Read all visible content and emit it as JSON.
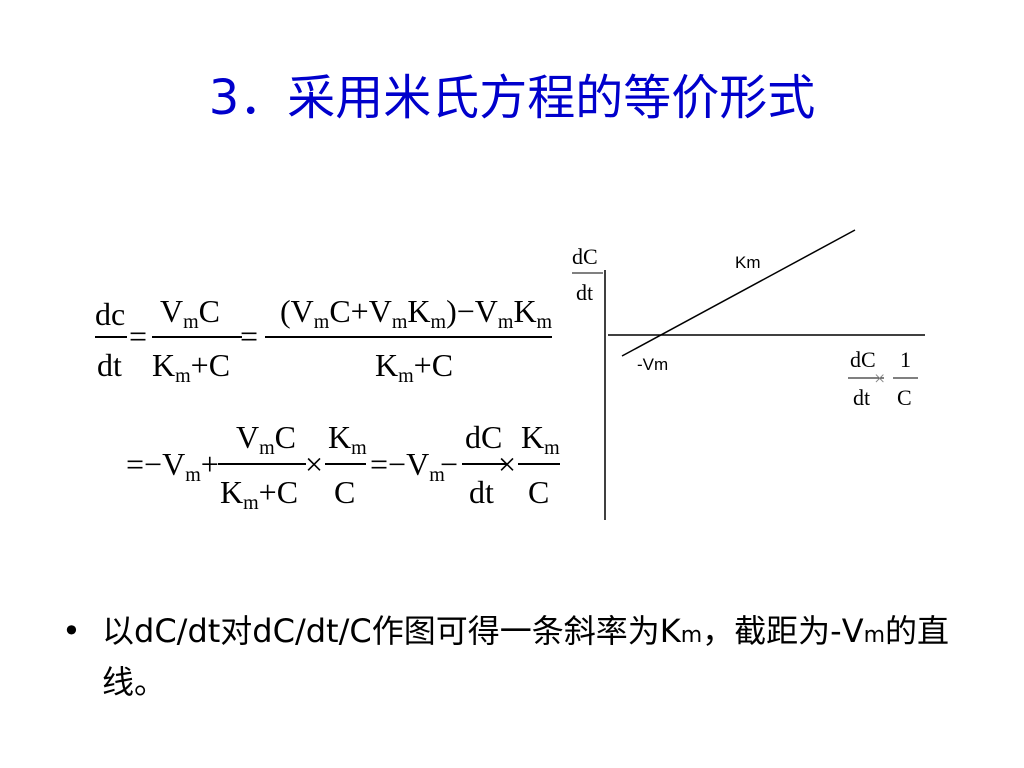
{
  "slide": {
    "title": "3．采用米氏方程的等价形式"
  },
  "equation": {
    "dc": "dc",
    "dt": "dt",
    "eq": "=",
    "times": "×",
    "VmC_V": "V",
    "m": "m",
    "C": "C",
    "Km_K": "K",
    "plusC": "+C",
    "paren_open": "(V",
    "C_plus_V": "C+V",
    "K": "K",
    "close_minus_V": ")−V",
    "eq_minus_V": "=−V",
    "plus": "+",
    "minus": "−",
    "dC": "dC",
    "dt2": "dt"
  },
  "graph": {
    "y_label_top": "dC",
    "y_label_bottom": "dt",
    "line_label": "Km",
    "intercept_label": "-Vm",
    "x_label_num1": "dC",
    "x_label_den1": "dt",
    "x_label_times": "×",
    "x_label_num2": "1",
    "x_label_den2": "C"
  },
  "bullet": {
    "symbol": "•",
    "part1": "以dC/dt对dC/dt/C作图可得一条斜率为K",
    "sub1": "m",
    "part2": "，截距为-V",
    "sub2": "m",
    "part3": "的直线。"
  }
}
